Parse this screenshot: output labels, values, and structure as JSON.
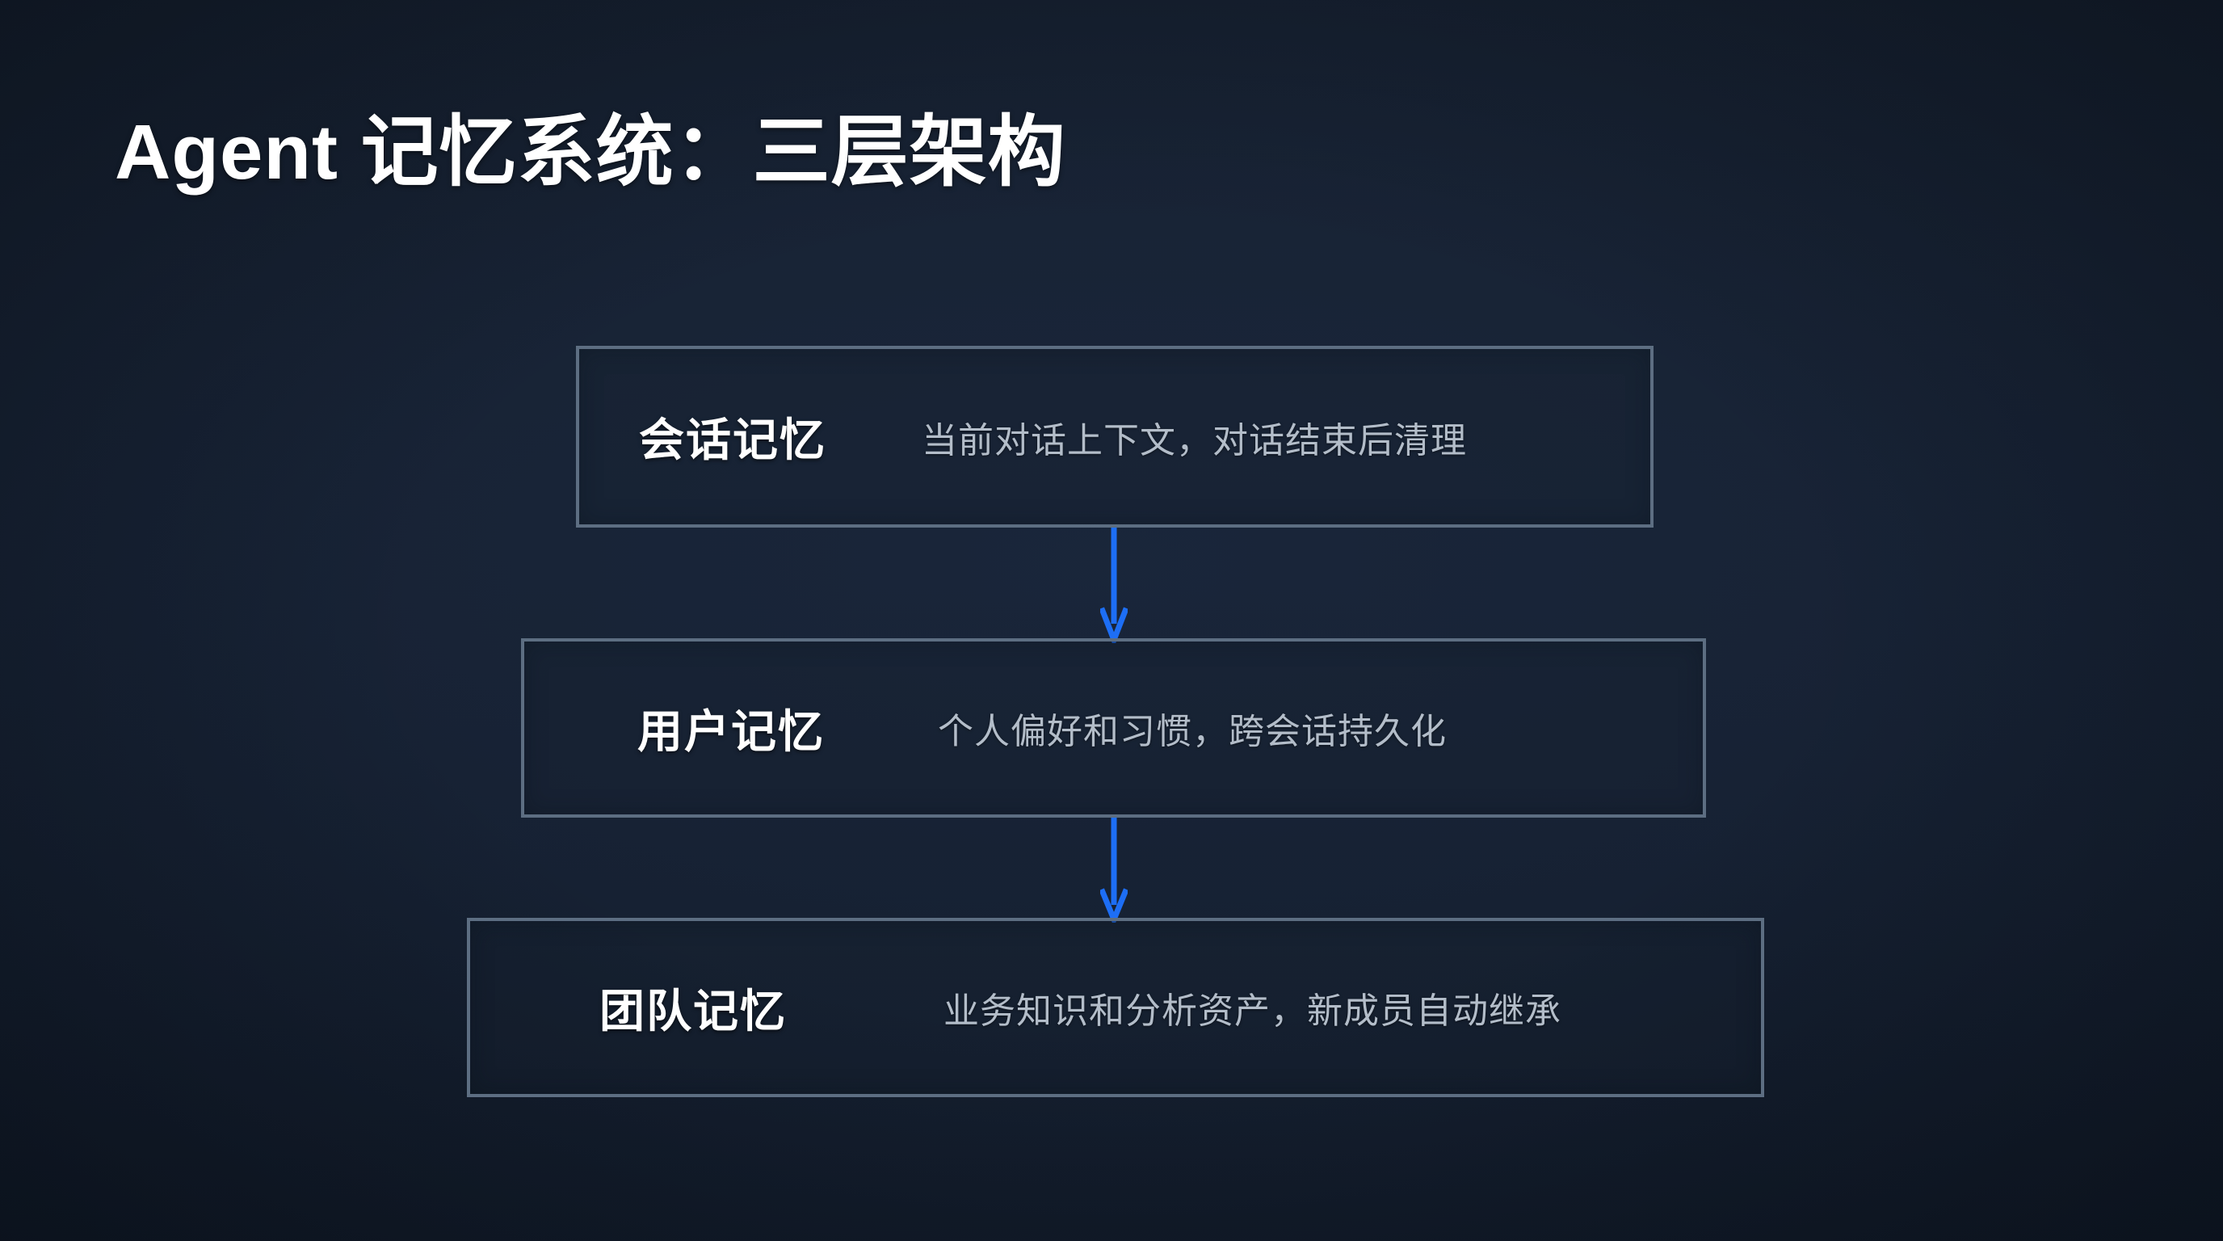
{
  "slide": {
    "title": "Agent 记忆系统：三层架构",
    "background_color": "#141e2e",
    "accent_color": "#1d6ef5",
    "border_color": "#5d6e82",
    "label_color": "#ffffff",
    "desc_color": "#b3bdc9"
  },
  "layers": [
    {
      "id": "session",
      "label": "会话记忆",
      "description": "当前对话上下文，对话结束后清理"
    },
    {
      "id": "user",
      "label": "用户记忆",
      "description": "个人偏好和习惯，跨会话持久化"
    },
    {
      "id": "team",
      "label": "团队记忆",
      "description": "业务知识和分析资产，新成员自动继承"
    }
  ],
  "connectors": [
    {
      "id": "session-to-user",
      "from": "session",
      "to": "user",
      "direction": "down",
      "color": "#1d6ef5"
    },
    {
      "id": "user-to-team",
      "from": "user",
      "to": "team",
      "direction": "down",
      "color": "#1d6ef5"
    }
  ]
}
